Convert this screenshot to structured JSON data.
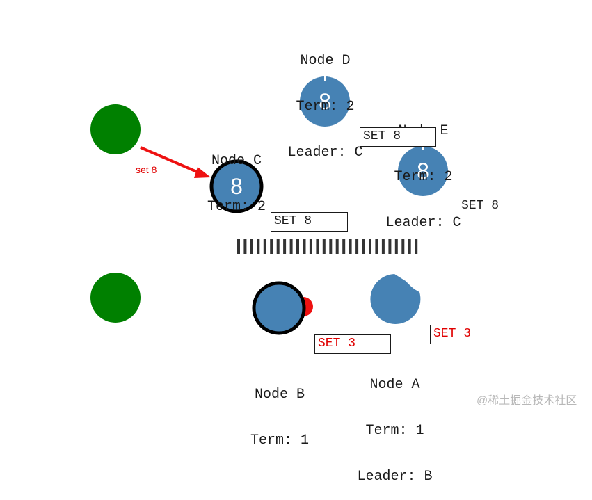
{
  "colors": {
    "client": "#008000",
    "node": "#4682b4",
    "ring": "#000000",
    "arrow": "#ee1111",
    "partition": "#333333",
    "red_text": "#e00000"
  },
  "nodes": {
    "d": {
      "name": "Node D",
      "term": "Term: 2",
      "leader": "Leader: C",
      "value": "8"
    },
    "e": {
      "name": "Node E",
      "term": "Term: 2",
      "leader": "Leader: C",
      "value": "8"
    },
    "c": {
      "name": "Node C",
      "term": "Term: 2",
      "value": "8"
    },
    "b": {
      "name": "Node B",
      "term": "Term: 1"
    },
    "a": {
      "name": "Node A",
      "term": "Term: 1",
      "leader": "Leader: B"
    }
  },
  "messages": {
    "m1": "SET 8",
    "m2": "SET 8",
    "m3": "SET 8",
    "m4": "SET 3",
    "m5": "SET 3"
  },
  "arrow_label": "set 8",
  "watermark": "@稀土掘金技术社区"
}
